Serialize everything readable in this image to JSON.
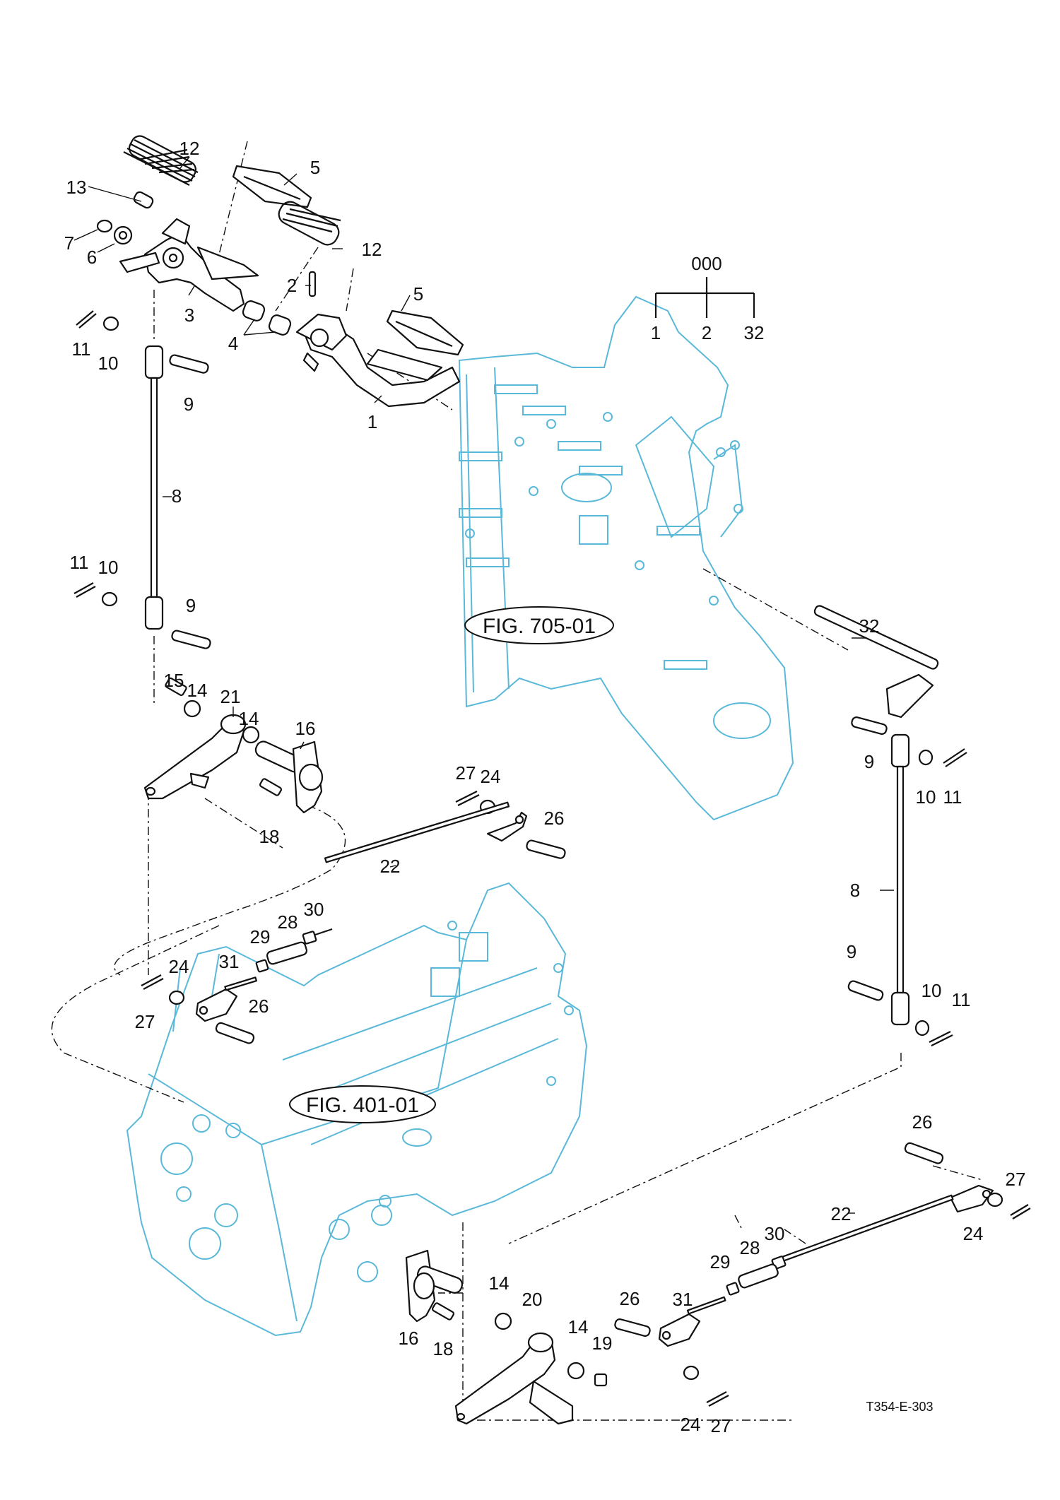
{
  "tree": {
    "root": "000",
    "children": [
      "1",
      "2",
      "32"
    ]
  },
  "references": {
    "frame": "FIG. 705-01",
    "transmission": "FIG. 401-01"
  },
  "callouts": {
    "c12a": "12",
    "c13": "13",
    "c5a": "5",
    "c7": "7",
    "c6": "6",
    "c12b": "12",
    "c2": "2",
    "c5b": "5",
    "c3": "3",
    "c4": "4",
    "c11a": "11",
    "c10a": "10",
    "c9a": "9",
    "c1": "1",
    "c8a": "8",
    "c11b": "11",
    "c10b": "10",
    "c9b": "9",
    "c15": "15",
    "c14a": "14",
    "c21": "21",
    "c14b": "14",
    "c16a": "16",
    "c18a": "18",
    "c27a": "27",
    "c24a": "24",
    "c26a": "26",
    "c22a": "22",
    "c29a": "29",
    "c28a": "28",
    "c30a": "30",
    "c31a": "31",
    "c24b": "24",
    "c27b": "27",
    "c26b": "26",
    "c32": "32",
    "c9c": "9",
    "c10c": "10",
    "c11c": "11",
    "c8b": "8",
    "c9d": "9",
    "c10d": "10",
    "c11d": "11",
    "c26c": "26",
    "c27c": "27",
    "c24c": "24",
    "c22b": "22",
    "c30b": "30",
    "c28b": "28",
    "c29b": "29",
    "c14c": "14",
    "c20": "20",
    "c14d": "14",
    "c26d": "26",
    "c31b": "31",
    "c19": "19",
    "c16b": "16",
    "c18b": "18",
    "c24d": "24",
    "c27d": "27"
  },
  "drawing_code": "T354-E-303",
  "colors": {
    "linework": "#111111",
    "reference_assembly": "#5ab8d8",
    "background": "#ffffff"
  }
}
